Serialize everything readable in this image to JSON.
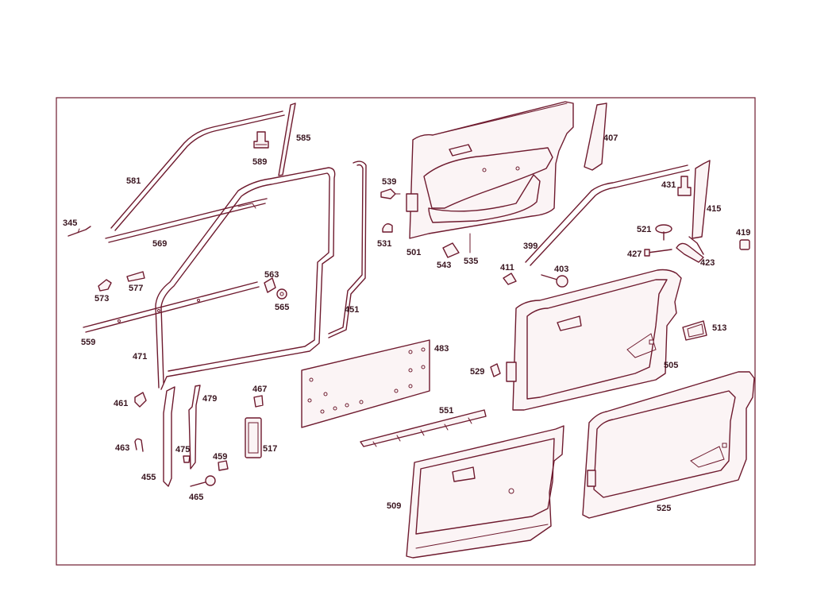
{
  "colors": {
    "ink": "#6e1a2e",
    "label": "#3a1620",
    "background": "#ffffff"
  },
  "labels": {
    "p345": "345",
    "p399": "399",
    "p403": "403",
    "p407": "407",
    "p411": "411",
    "p415": "415",
    "p419": "419",
    "p423": "423",
    "p427": "427",
    "p431": "431",
    "p451": "451",
    "p455": "455",
    "p459": "459",
    "p461": "461",
    "p463": "463",
    "p465": "465",
    "p467": "467",
    "p471": "471",
    "p475": "475",
    "p479": "479",
    "p483": "483",
    "p501": "501",
    "p505": "505",
    "p509": "509",
    "p513": "513",
    "p517": "517",
    "p521": "521",
    "p525": "525",
    "p529": "529",
    "p531": "531",
    "p535": "535",
    "p539": "539",
    "p543": "543",
    "p551": "551",
    "p559": "559",
    "p563": "563",
    "p565": "565",
    "p569": "569",
    "p573": "573",
    "p577": "577",
    "p581": "581",
    "p585": "585",
    "p589": "589"
  }
}
